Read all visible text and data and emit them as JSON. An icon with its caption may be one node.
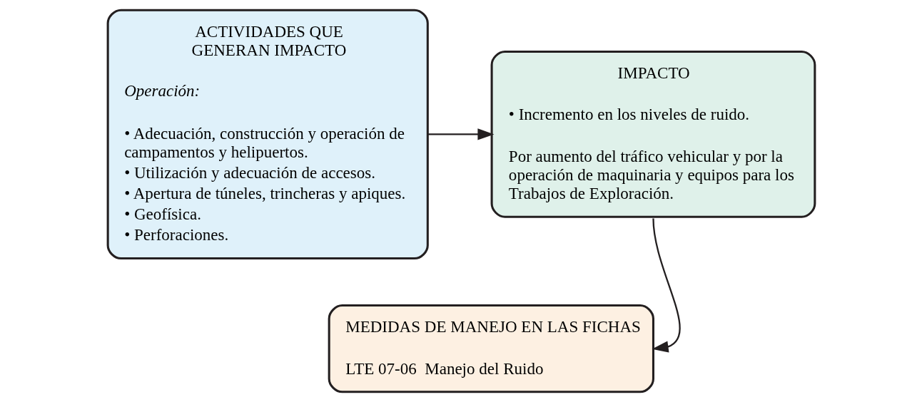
{
  "diagram": {
    "nodes": [
      {
        "text": [
          "ACTIVIDADES QUE GENERAN IMPACTO",
          "Operación:",
          "• Adecuación, construcción y operación de campamentos y helipuertos.",
          "• Utilización y adecuación de accesos.",
          "• Apertura de túneles, trincheras y apiques.",
          "• Geofísica.",
          "• Perforaciones."
        ]
      },
      {
        "text": [
          "IMPACTO",
          "• Incremento en los niveles de ruido.",
          "Por aumento del tráfico vehicular y por la operación de maquinaria y equipos para los Trabajos de Exploración."
        ]
      },
      {
        "text": [
          "MEDIDAS DE MANEJO EN LAS FICHAS",
          "LTE 07-06  Manejo del Ruido"
        ]
      }
    ],
    "edges": [
      {
        "from": 0,
        "to": 1,
        "arrow": "to"
      },
      {
        "from": 1,
        "to": 2,
        "arrow": "to"
      }
    ]
  }
}
